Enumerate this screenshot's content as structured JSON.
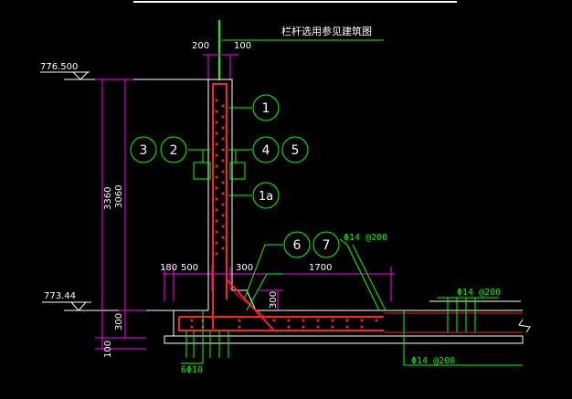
{
  "note_text": "栏杆选用参见建筑图",
  "dims": {
    "top_left": "200",
    "top_right": "100",
    "height_total": "3360",
    "height_wall": "3060",
    "base_thickness": "300",
    "below_base": "100",
    "toe_left": "180",
    "toe_500": "500",
    "wall_300": "300",
    "heel_1700": "1700",
    "haunch_300": "300"
  },
  "elevations": {
    "top": "776.500",
    "bottom": "773.44"
  },
  "callouts": {
    "c1": "1",
    "c1a": "1a",
    "c2": "2",
    "c3": "3",
    "c4": "4",
    "c5": "5",
    "c6": "6",
    "c7": "7"
  },
  "rebar_labels": {
    "r1": "Φ14 @200",
    "r2": "Φ14 @200",
    "r3": "Φ14 @200",
    "r4": "6Φ10"
  },
  "colors": {
    "background": "#000000",
    "concrete": "#ffffff",
    "rebar": "#ff2020",
    "dimension": "#ff00ff",
    "annotation": "#00ff00",
    "callout": "#00ff00"
  }
}
